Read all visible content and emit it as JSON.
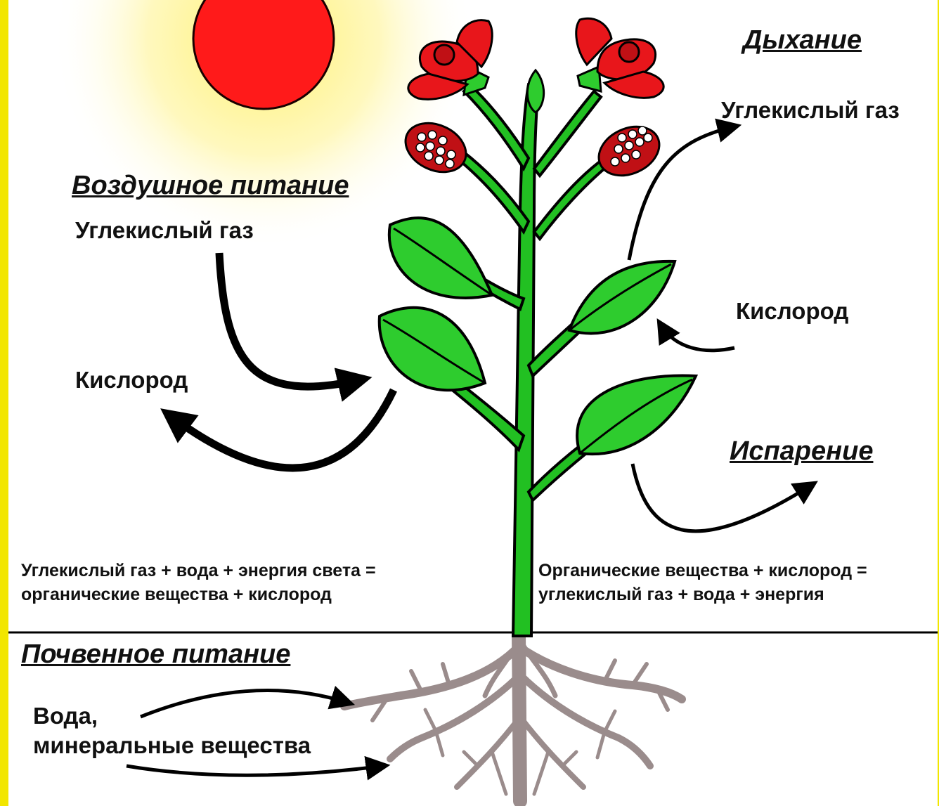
{
  "headings": {
    "air_nutrition": "Воздушное питание",
    "respiration": "Дыхание",
    "evaporation": "Испарение",
    "soil_nutrition": "Почвенное питание"
  },
  "labels": {
    "co2_left": "Углекислый газ",
    "oxygen_left": "Кислород",
    "co2_right": "Углекислый газ",
    "oxygen_right": "Кислород",
    "water_line1": "Вода,",
    "water_line2": "минеральные вещества"
  },
  "equations": {
    "photosynthesis_line1": "Углекислый газ + вода + энергия света =",
    "photosynthesis_line2": "органические вещества + кислород",
    "respiration_line1": "Органические вещества + кислород =",
    "respiration_line2": "углекислый газ + вода + энергия"
  },
  "colors": {
    "border": "#f2e600",
    "sun": "#ff1a1a",
    "sun_glow": "#fff27a",
    "leaf": "#2ecc2e",
    "stem": "#1fb81f",
    "flower": "#e8161b",
    "root": "#9a8c8c",
    "arrow": "#000000"
  }
}
